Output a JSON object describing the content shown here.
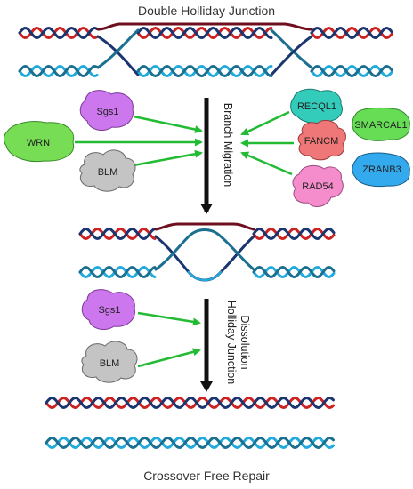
{
  "title": "Double Holliday Junction",
  "footer": "Crossover Free Repair",
  "step1_label": "Branch Migration",
  "step2_label_line1": "Holliday Junction",
  "step2_label_line2": "Dissolution",
  "proteins": {
    "wrn": "WRN",
    "sgs1_top": "Sgs1",
    "blm_top": "BLM",
    "recql1": "RECQL1",
    "fancm": "FANCM",
    "rad54": "RAD54",
    "smarcal1": "SMARCAL1",
    "zranb3": "ZRANB3",
    "sgs1_bottom": "Sgs1",
    "blm_bottom": "BLM"
  },
  "colors": {
    "dna_red": "#cc2222",
    "dna_navy": "#1a3570",
    "dna_cyan": "#22aadd",
    "dna_teal": "#1b6f8f",
    "dark_red": "#6e0f1d",
    "arrow_green": "#22bb33",
    "arrow_black": "#111111",
    "wrn": "#77dd55",
    "sgs1": "#cc77ee",
    "blm": "#c4c4c4",
    "recql1": "#33ccbb",
    "fancm": "#f07777",
    "rad54": "#f58ccc",
    "smarcal1": "#66dd55",
    "zranb3": "#33aaee"
  }
}
